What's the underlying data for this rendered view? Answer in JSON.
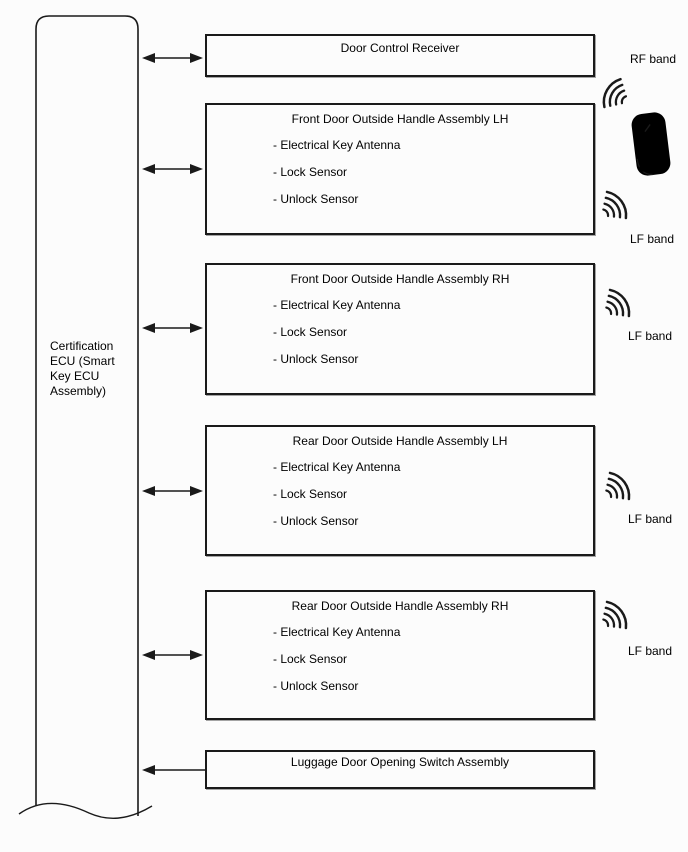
{
  "colors": {
    "ink": "#1a1a1a",
    "canvas": "#fcfcfc"
  },
  "ecu": {
    "label": "Certification\nECU (Smart\nKey ECU\nAssembly)"
  },
  "nodes": [
    {
      "title": "Door Control Receiver",
      "band": "RF band"
    },
    {
      "title": "Front Door Outside Handle Assembly LH",
      "items": [
        "- Electrical Key Antenna",
        "- Lock Sensor",
        "- Unlock Sensor"
      ],
      "band": "LF band"
    },
    {
      "title": "Front Door Outside Handle Assembly RH",
      "items": [
        "- Electrical Key Antenna",
        "- Lock Sensor",
        "- Unlock Sensor"
      ],
      "band": "LF band"
    },
    {
      "title": "Rear Door Outside Handle Assembly LH",
      "items": [
        "- Electrical Key Antenna",
        "- Lock Sensor",
        "- Unlock Sensor"
      ],
      "band": "LF band"
    },
    {
      "title": "Rear Door Outside Handle Assembly RH",
      "items": [
        "- Electrical Key Antenna",
        "- Lock Sensor",
        "- Unlock Sensor"
      ],
      "band": "LF band"
    },
    {
      "title": "Luggage Door Opening Switch Assembly"
    }
  ]
}
